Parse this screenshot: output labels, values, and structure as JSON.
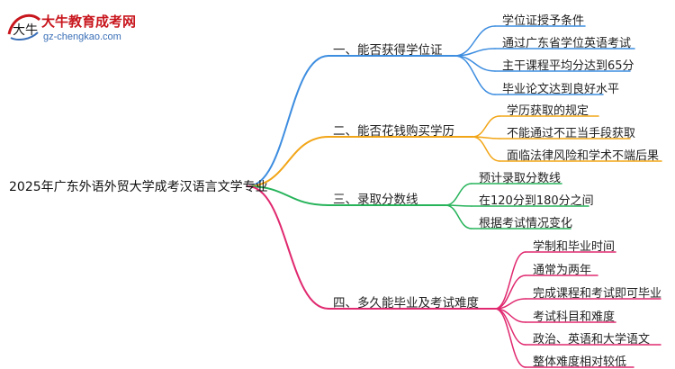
{
  "logo": {
    "mark_text": "大牛",
    "title": "大牛教育成考网",
    "url": "gz-chengkao.com"
  },
  "root": "2025年广东外语外贸大学成考汉语言文学专业",
  "colors": {
    "blue": "#3d8de0",
    "orange": "#f2a516",
    "green": "#26b35a",
    "magenta": "#e0296f"
  },
  "branches": [
    {
      "label": "一、能否获得学位证",
      "color": "blue",
      "leaves": [
        "学位证授予条件",
        "通过广东省学位英语考试",
        "主干课程平均分达到65分",
        "毕业论文达到良好水平"
      ]
    },
    {
      "label": "二、能否花钱购买学历",
      "color": "orange",
      "leaves": [
        "学历获取的规定",
        "不能通过不正当手段获取",
        "面临法律风险和学术不端后果"
      ]
    },
    {
      "label": "三、录取分数线",
      "color": "green",
      "leaves": [
        "预计录取分数线",
        "在120分到180分之间",
        "根据考试情况变化"
      ]
    },
    {
      "label": "四、多久能毕业及考试难度",
      "color": "magenta",
      "leaves": [
        "学制和毕业时间",
        "通常为两年",
        "完成课程和考试即可毕业",
        "考试科目和难度",
        "政治、英语和大学语文",
        "整体难度相对较低"
      ]
    }
  ]
}
